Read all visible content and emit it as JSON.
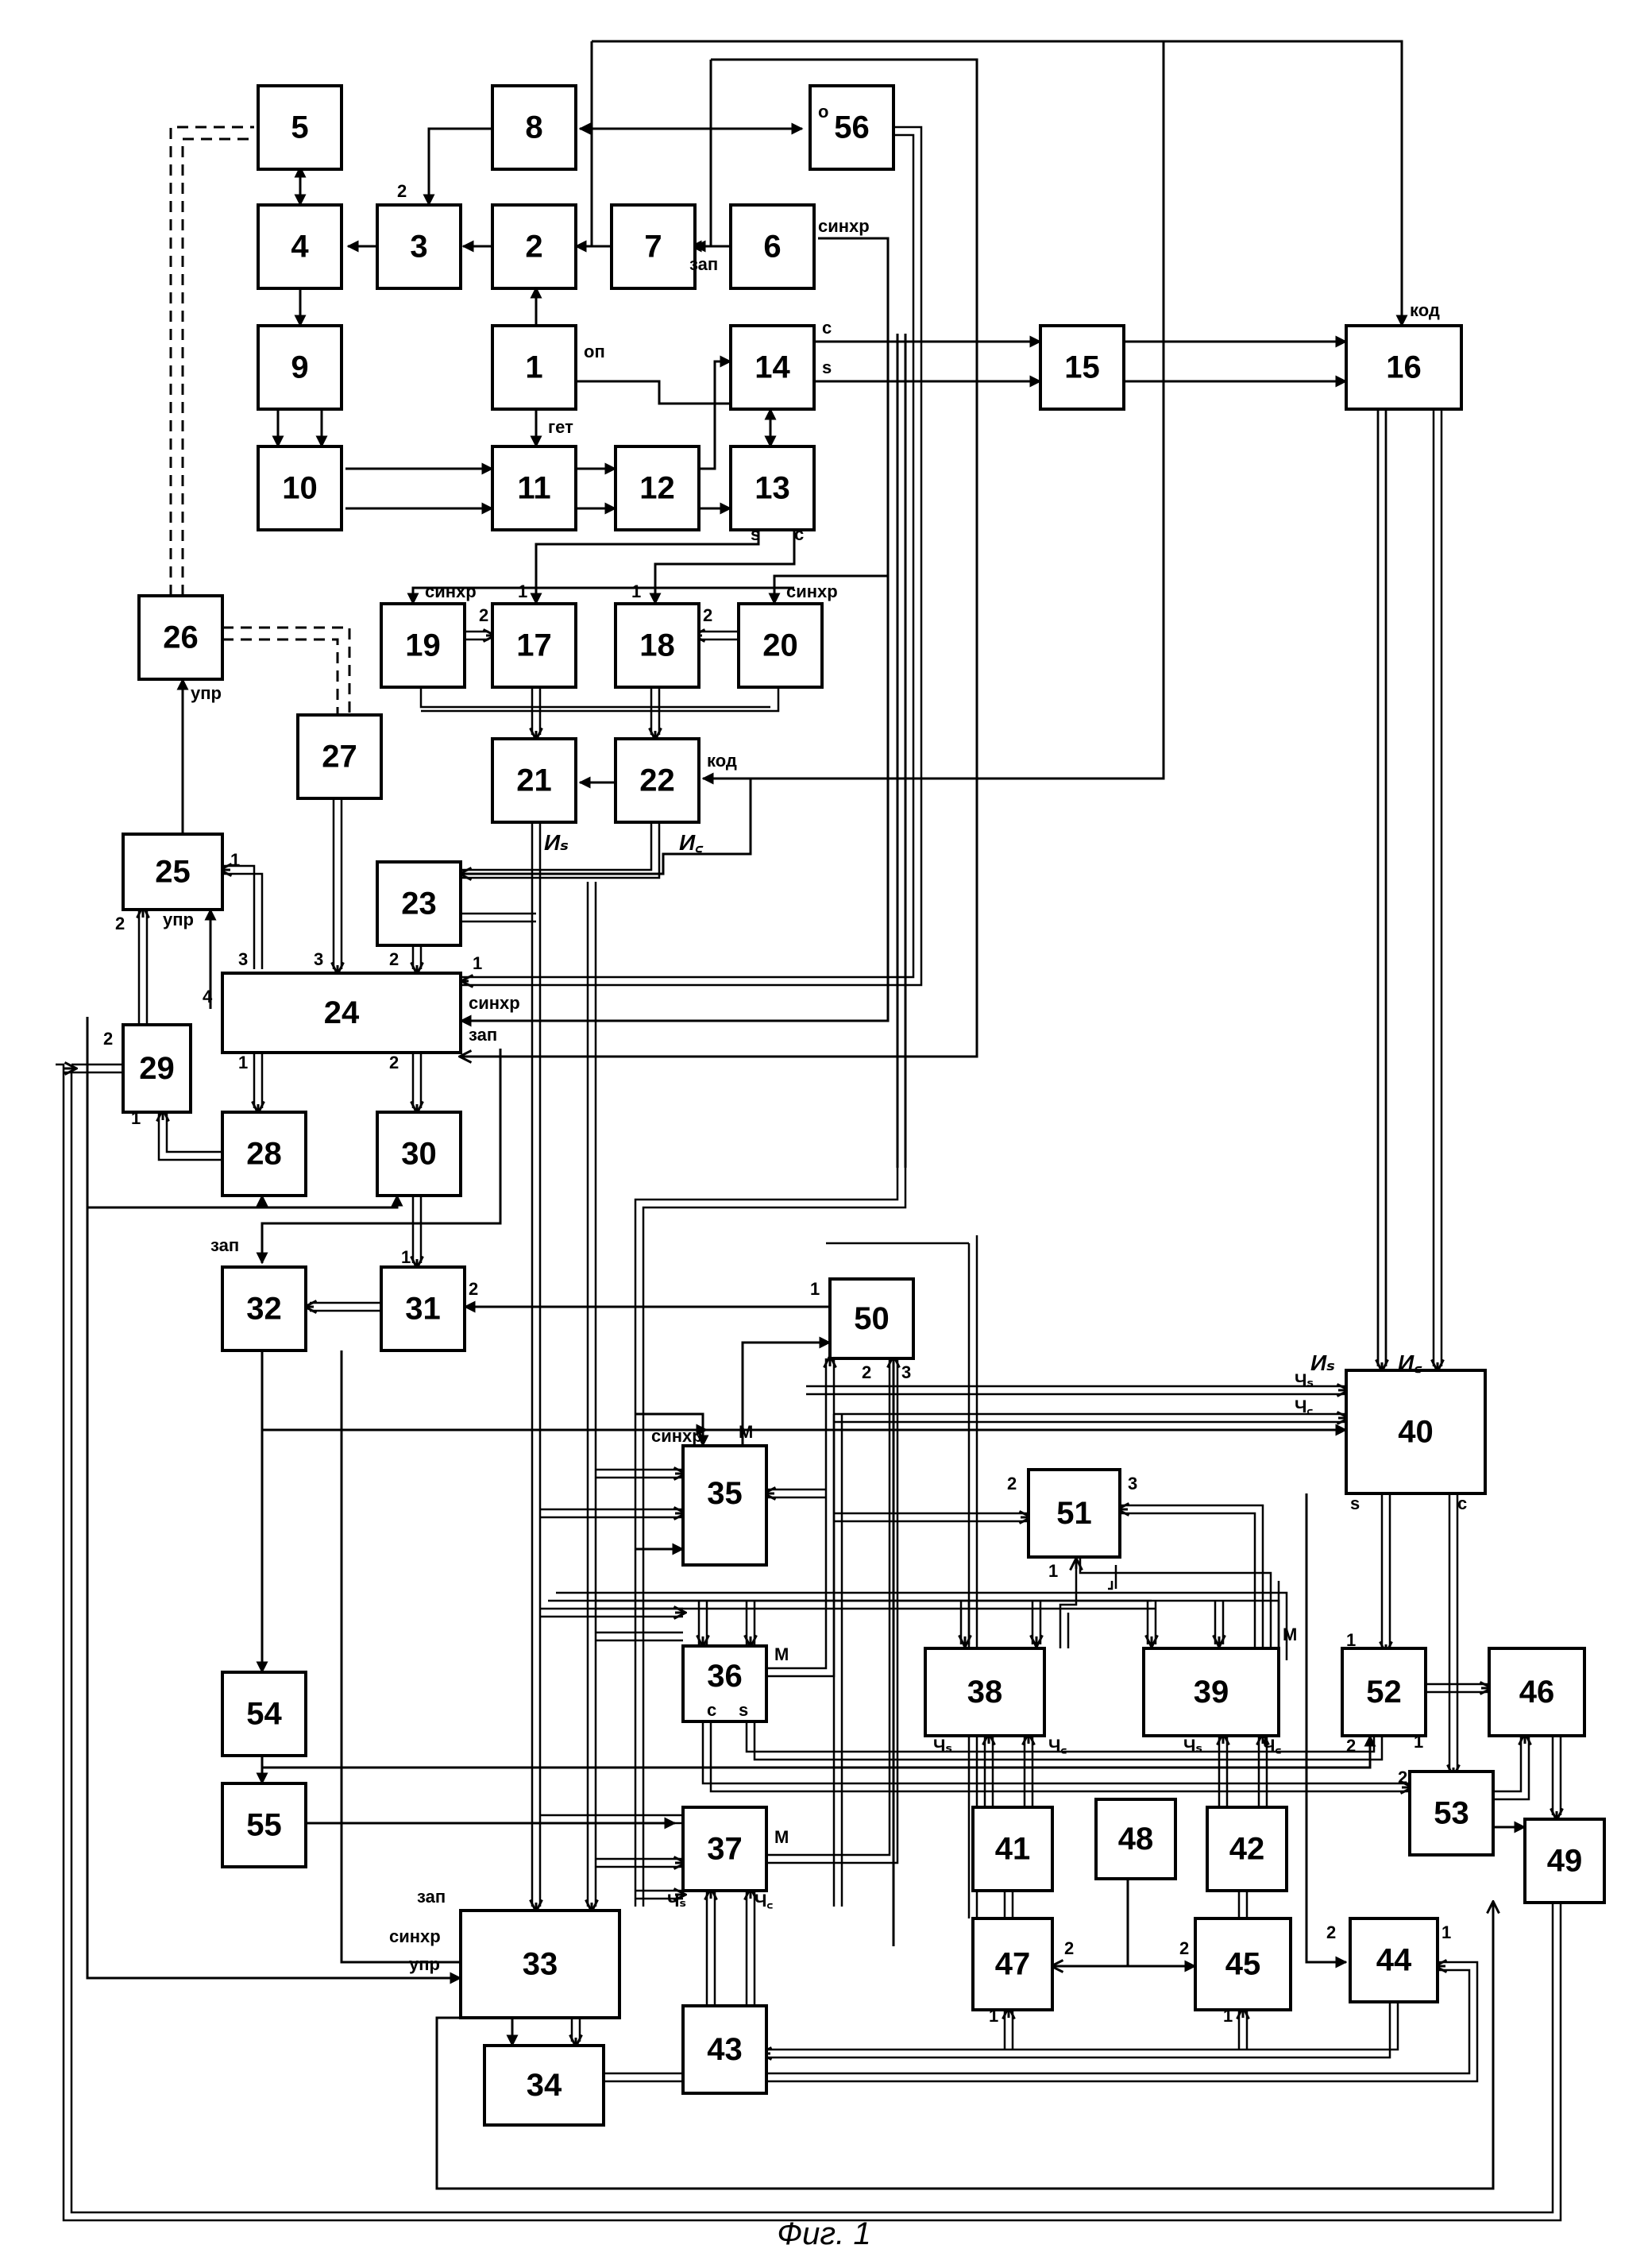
{
  "caption": "Фиг. 1",
  "blocks": [
    "1",
    "2",
    "3",
    "4",
    "5",
    "6",
    "7",
    "8",
    "9",
    "10",
    "11",
    "12",
    "13",
    "14",
    "15",
    "16",
    "17",
    "18",
    "19",
    "20",
    "21",
    "22",
    "23",
    "24",
    "25",
    "26",
    "27",
    "28",
    "29",
    "30",
    "31",
    "32",
    "33",
    "34",
    "35",
    "36",
    "37",
    "38",
    "39",
    "40",
    "41",
    "42",
    "43",
    "44",
    "45",
    "46",
    "47",
    "48",
    "49",
    "50",
    "51",
    "52",
    "53",
    "54",
    "55",
    "56"
  ],
  "labels": {
    "sync": "синхр",
    "write": "зап",
    "code": "код",
    "control": "упр",
    "ref": "оп",
    "het": "гет",
    "o": "о",
    "c": "с",
    "s": "s",
    "m": "М",
    "is": "Иₛ",
    "ic": "И꜀",
    "chs": "Чₛ",
    "chc": "Ч꜀",
    "n1": "1",
    "n2": "2",
    "n3": "3",
    "n4": "4"
  }
}
